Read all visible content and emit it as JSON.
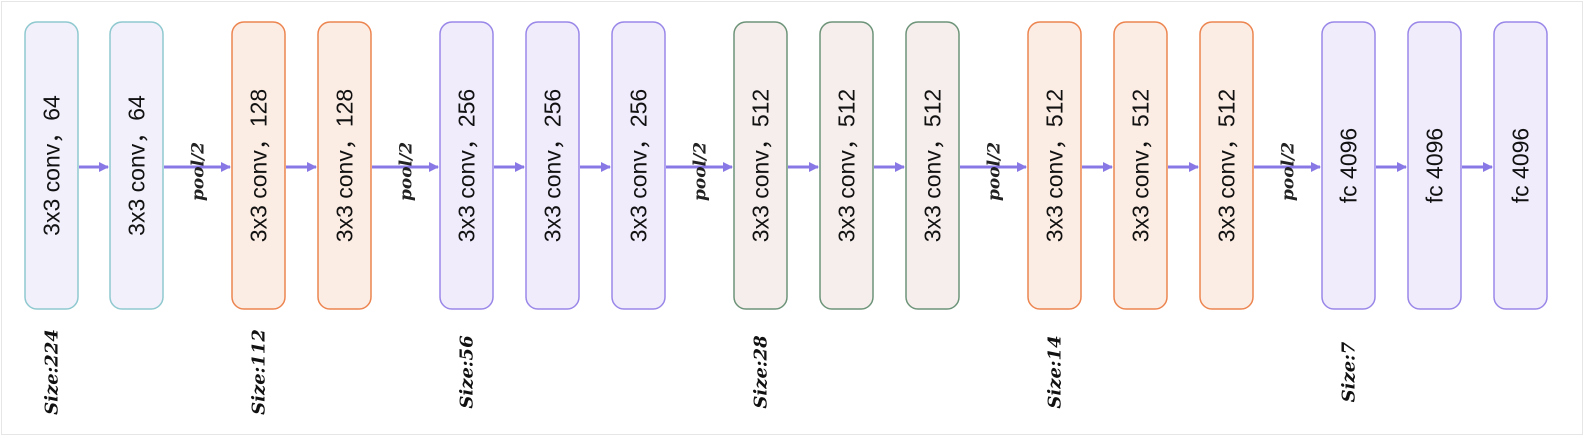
{
  "colors": {
    "arrow": "#8878e6",
    "light_blue": {
      "border": "#8fc9cf",
      "fill": "#f1f0fb"
    },
    "orange": {
      "border": "#ec8550",
      "fill": "#fcede4"
    },
    "purple": {
      "border": "#9a87e8",
      "fill": "#f0ecfc"
    },
    "green": {
      "border": "#6d9479",
      "fill": "#f6eeec"
    }
  },
  "stages": [
    {
      "size_label": "Size:224",
      "scheme": "light_blue",
      "layers": [
        "3x3 conv，64",
        "3x3 conv，64"
      ]
    },
    {
      "size_label": "Size:112",
      "scheme": "orange",
      "layers": [
        "3x3 conv，128",
        "3x3 conv，128"
      ]
    },
    {
      "size_label": "Size:56",
      "scheme": "purple",
      "layers": [
        "3x3 conv，256",
        "3x3 conv，256",
        "3x3 conv，256"
      ]
    },
    {
      "size_label": "Size:28",
      "scheme": "green",
      "layers": [
        "3x3 conv，512",
        "3x3 conv，512",
        "3x3 conv，512"
      ]
    },
    {
      "size_label": "Size:14",
      "scheme": "orange",
      "layers": [
        "3x3 conv，512",
        "3x3 conv，512",
        "3x3 conv，512"
      ]
    },
    {
      "size_label": "Size:7",
      "scheme": "purple",
      "layers": [
        "fc 4096",
        "fc 4096",
        "fc 4096"
      ]
    }
  ],
  "pool_label": "pool/2"
}
